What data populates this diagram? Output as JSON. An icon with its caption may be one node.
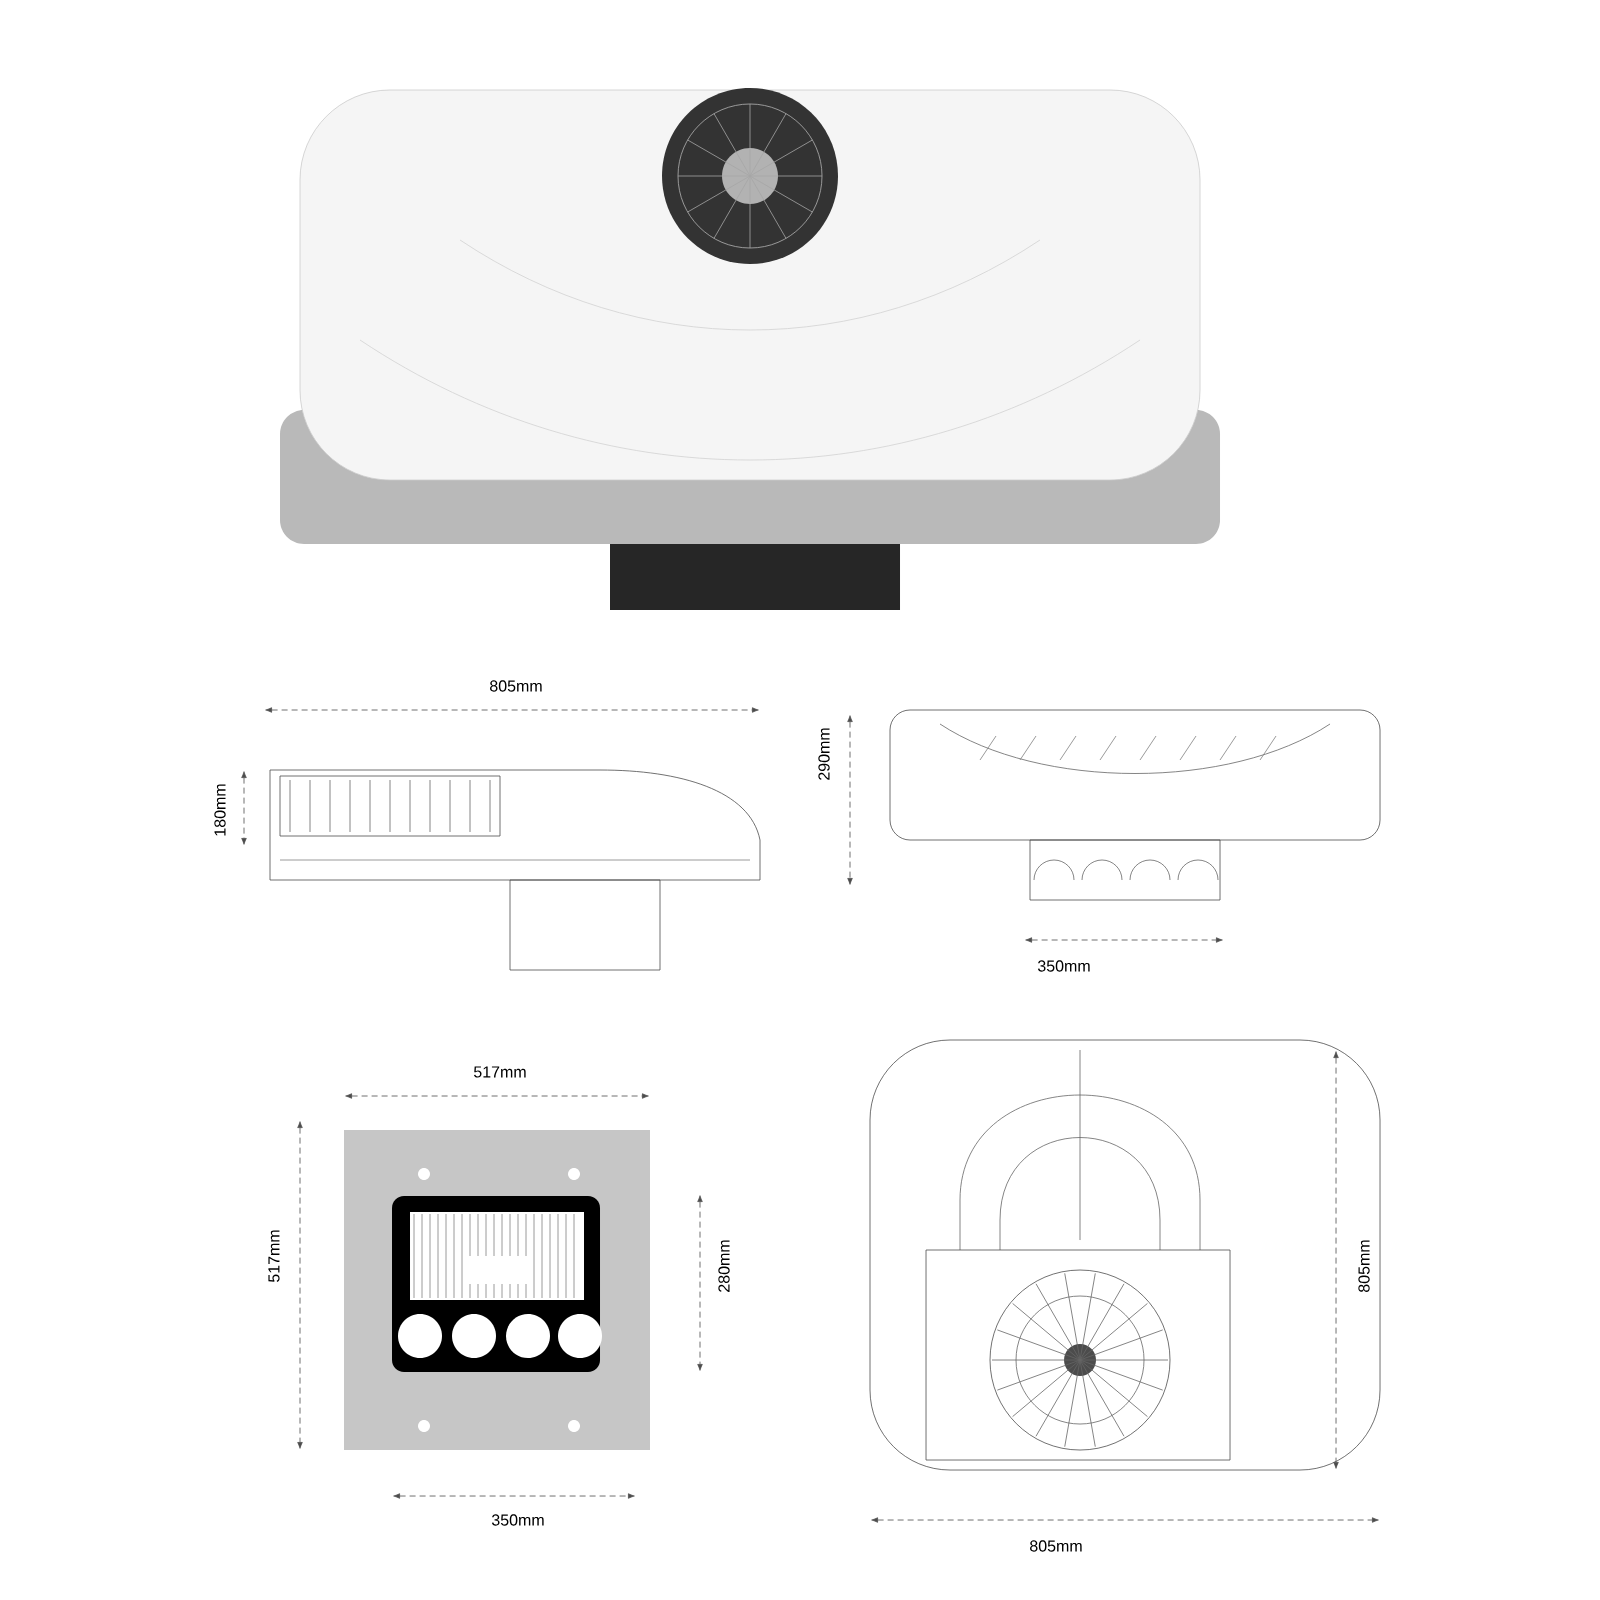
{
  "diagram": {
    "labels": [
      "805mm",
      "290mm",
      "180mm",
      "350mm",
      "517mm",
      "517mm",
      "280mm",
      "805mm",
      "350mm",
      "805mm"
    ]
  }
}
